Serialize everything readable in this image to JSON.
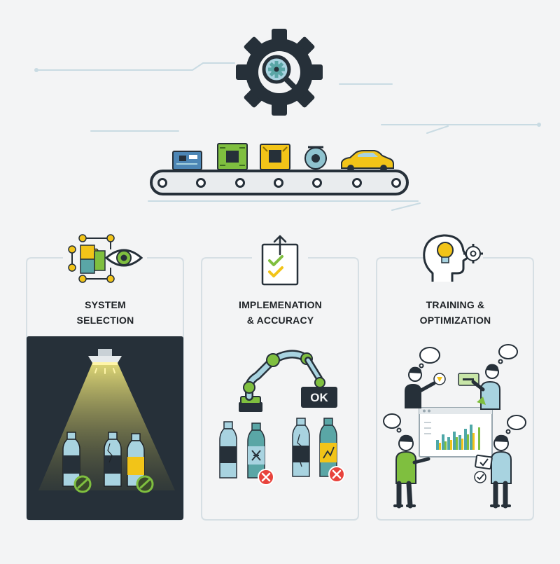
{
  "panels": [
    {
      "id": "selection",
      "title_line1": "SYSTEM",
      "title_line2": "SELECTION"
    },
    {
      "id": "implementation",
      "title_line1": "IMPLEMENATION",
      "title_line2": "& ACCURACY"
    },
    {
      "id": "training",
      "title_line1": "TRAINING &",
      "title_line2": "OPTIMIZATION"
    }
  ],
  "robot_display": {
    "label": "OK"
  },
  "colors": {
    "background": "#f3f4f5",
    "dark": "#263039",
    "teal": "#5aa6a6",
    "green": "#7fbf3f",
    "yellow": "#f2c418",
    "red": "#e8433c",
    "bottle_blue": "#a8d3e0",
    "bar_teal": "#4fa8a8"
  },
  "icons": [
    "gear-magnifier-icon",
    "conveyor-belt-icon",
    "circuit-board-icon",
    "puzzle-eye-icon",
    "clipboard-checklist-icon",
    "head-lightbulb-icon",
    "spotlight-icon",
    "robot-arm-icon",
    "check-badge-icon",
    "reject-badge-icon",
    "speech-bubble-icon",
    "bar-chart-icon"
  ]
}
